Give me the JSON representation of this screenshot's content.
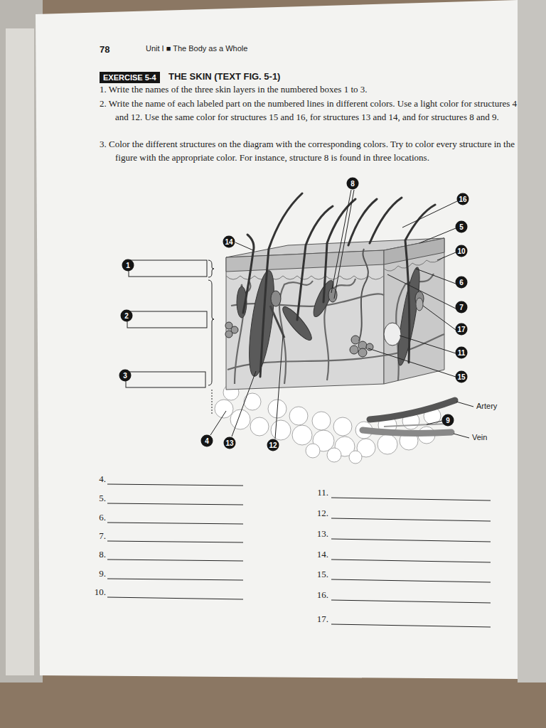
{
  "diagram": {
    "title": "THE SKIN (TEXT FIG. 5-1)",
    "nodes": [
      {
        "text": [
          "EXERCISE 5-4"
        ]
      }
    ],
    "labels": [
      "78",
      "Unit I ■ The Body as a Whole",
      "1. Write the names of the three skin layers in the numbered boxes 1 to 3.",
      "2. Write the name of each labeled part on the numbered lines in different colors. Use a light color for structures 4 and 12. Use the same color for structures 15 and 16, for structures 13 and 14, and for structures 8 and 9.",
      "3. Color the different structures on the diagram with the corresponding colors. Try to color every structure in the figure with the appropriate color. For instance, structure 8 is found in three locations.",
      "1",
      "2",
      "3",
      "8",
      "16",
      "14",
      "5",
      "10",
      "6",
      "7",
      "17",
      "11",
      "15",
      "9",
      "4",
      "13",
      "12",
      "Artery",
      "Vein",
      "4.",
      "5.",
      "6.",
      "7.",
      "8.",
      "9.",
      "10.",
      "11.",
      "12.",
      "13.",
      "14.",
      "15.",
      "16.",
      "17."
    ]
  }
}
